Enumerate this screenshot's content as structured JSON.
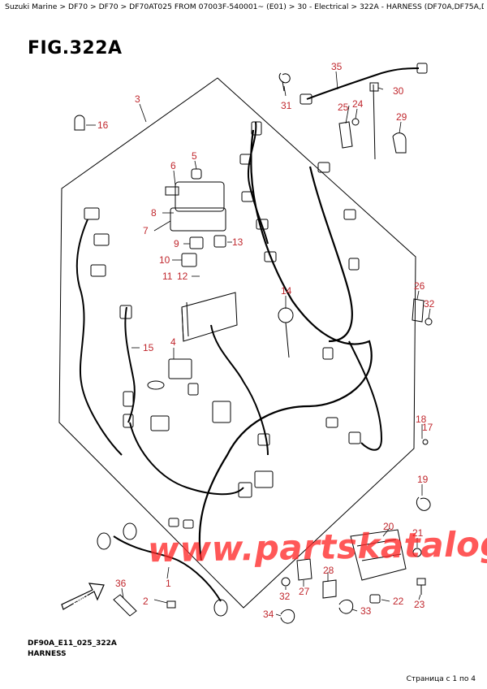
{
  "breadcrumb": "Suzuki Marine > DF70 > DF70 > DF70AT025 FROM 07003F-540001~ (E01) > 30 - Electrical > 322A - HARNESS (DF70A,DF75A,DF70ATH,DF80A,DF90A,DF90ATH)",
  "figure_title": "FIG.322A",
  "drawing_code": "DF90A_E11_025_322A",
  "caption": "HARNESS",
  "pager": "Страница с 1 по 4",
  "watermark": "www.partskatalog.ru",
  "callouts": [
    "1",
    "2",
    "3",
    "4",
    "5",
    "6",
    "7",
    "8",
    "9",
    "10",
    "11",
    "12",
    "13",
    "14",
    "15",
    "16",
    "17",
    "18",
    "19",
    "20",
    "21",
    "22",
    "23",
    "24",
    "25",
    "26",
    "27",
    "28",
    "29",
    "30",
    "31",
    "32",
    "32",
    "33",
    "34",
    "35",
    "36"
  ],
  "arrow_label": "FWD",
  "colors": {
    "callout": "#c0272d",
    "watermark": "#ff2a2a",
    "line": "#000000"
  }
}
